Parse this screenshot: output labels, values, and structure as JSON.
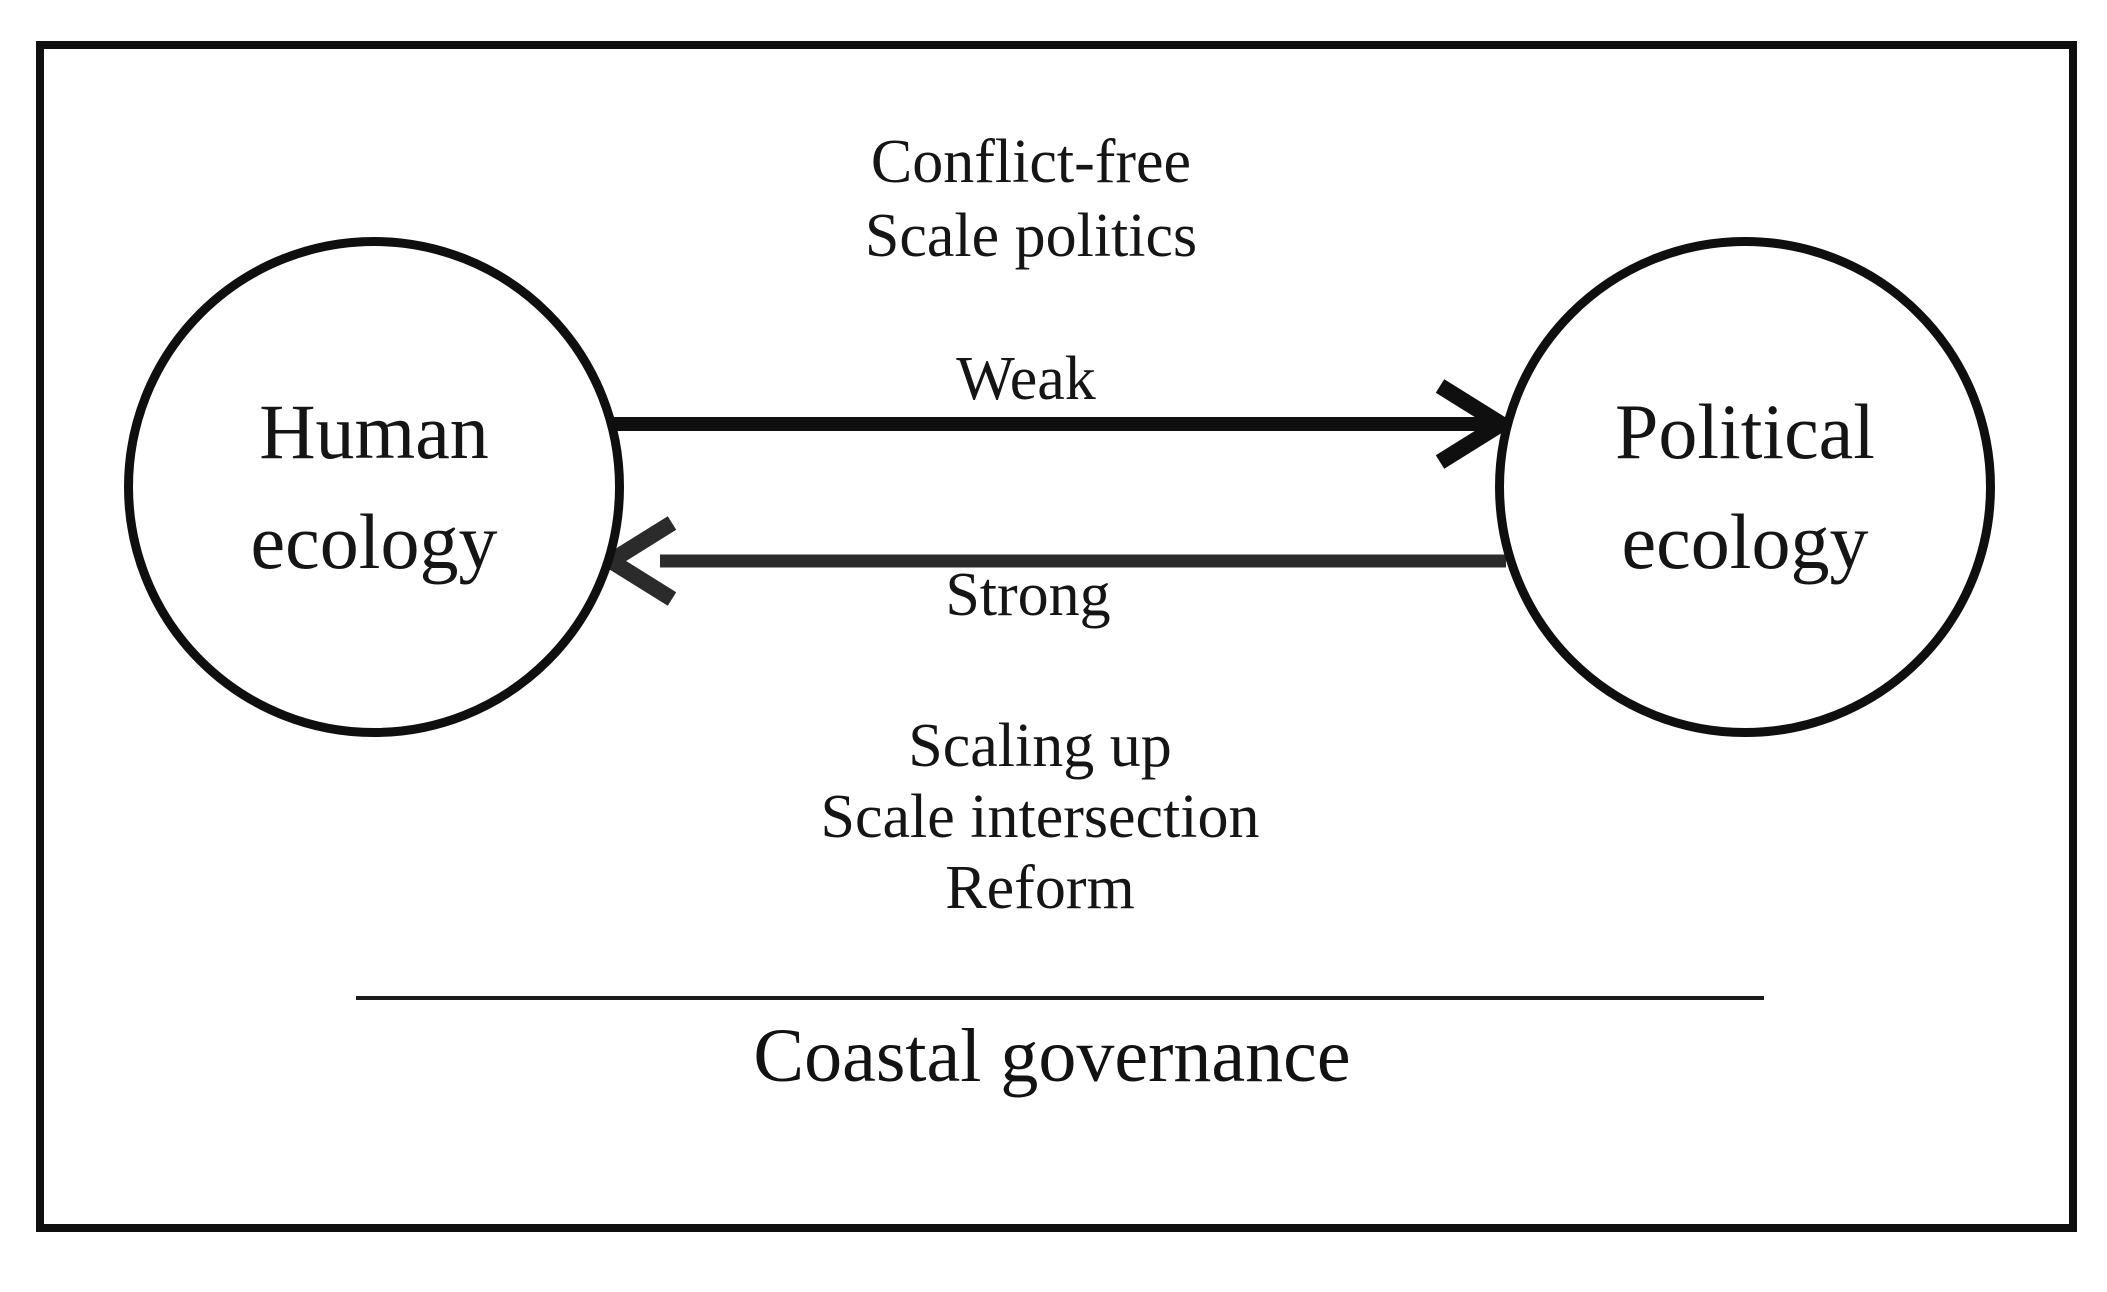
{
  "figure": {
    "nodes": {
      "human_ecology": {
        "line1": "Human",
        "line2": "ecology"
      },
      "political_ecology": {
        "line1": "Political",
        "line2": "ecology"
      }
    },
    "top_annotation": {
      "line1": "Conflict-free",
      "line2": "Scale politics"
    },
    "arrows": {
      "forward": {
        "label": "Weak",
        "direction": "left-to-right"
      },
      "backward": {
        "label": "Strong",
        "direction": "right-to-left"
      }
    },
    "bottom_annotation": {
      "line1": "Scaling up",
      "line2": "Scale intersection",
      "line3": "Reform"
    },
    "baseline": {
      "label": "Coastal governance"
    }
  },
  "colors": {
    "ink": "#0f0f0f",
    "secondary_arrow": "#2b2b2b",
    "background": "#ffffff"
  }
}
